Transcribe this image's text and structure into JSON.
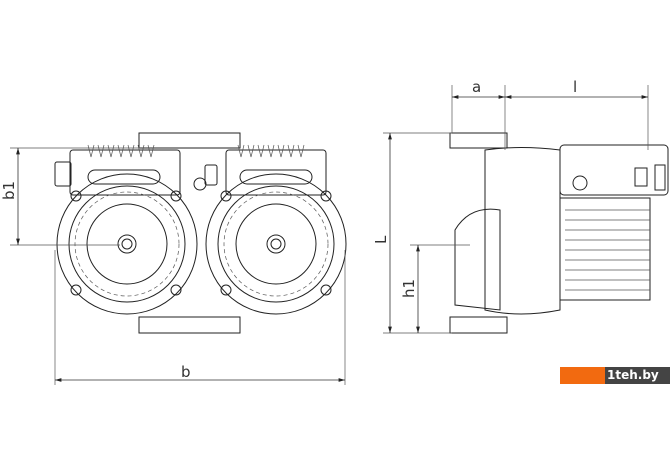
{
  "dimensions": {
    "b": "b",
    "b1": "b1",
    "a": "a",
    "l": "l",
    "L": "L",
    "h1": "h1"
  },
  "watermark": "1teh.by",
  "colors": {
    "line": "#222222",
    "brand_orange": "#f26a10",
    "brand_gray": "#444444"
  }
}
